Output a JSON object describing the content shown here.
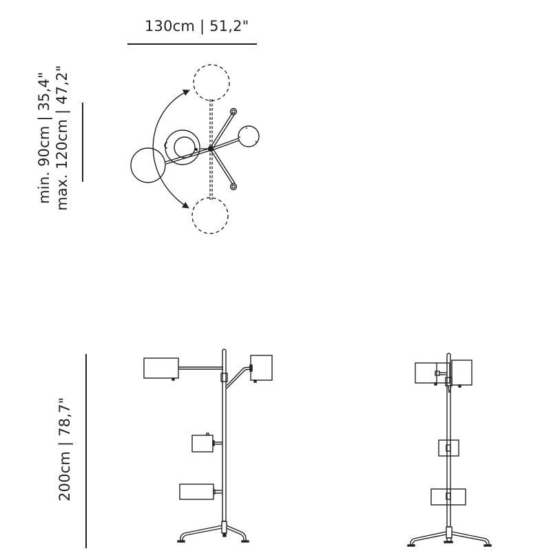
{
  "dimensions": {
    "width_label": "130cm | 51,2\"",
    "reach_min_label": "min. 90cm | 35,4\"",
    "reach_max_label": "max. 120cm | 47,2\"",
    "height_label": "200cm | 78,7\""
  },
  "views": {
    "top": "top-view",
    "front": "front-elevation",
    "side": "side-elevation"
  },
  "colors": {
    "line": "#231f20",
    "background": "#ffffff"
  }
}
